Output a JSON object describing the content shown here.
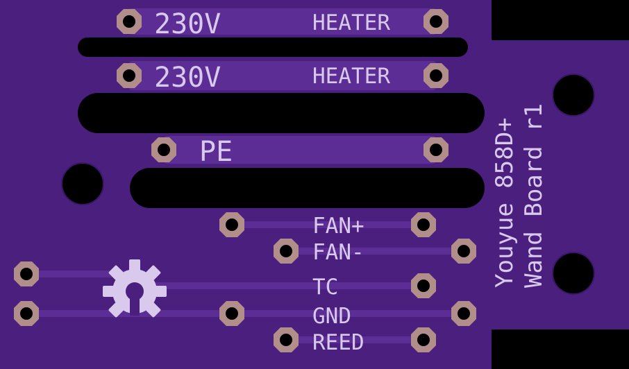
{
  "colors": {
    "background": "#000000",
    "board": "#4a1f7e",
    "trace": "#5c2d94",
    "copper_pad": "#b28e8a",
    "silkscreen": "#d9c9ec",
    "hole": "#000000"
  },
  "labels": {
    "heater1_voltage": "230V",
    "heater1_name": "HEATER",
    "heater2_voltage": "230V",
    "heater2_name": "HEATER",
    "pe": "PE",
    "fan_plus": "FAN+",
    "fan_minus": "FAN-",
    "tc": "TC",
    "gnd": "GND",
    "reed": "REED",
    "board_title": "Youyue 858D+",
    "board_subtitle": "Wand Board r1"
  },
  "icons": {
    "logo": "open-hardware-gear-icon"
  }
}
